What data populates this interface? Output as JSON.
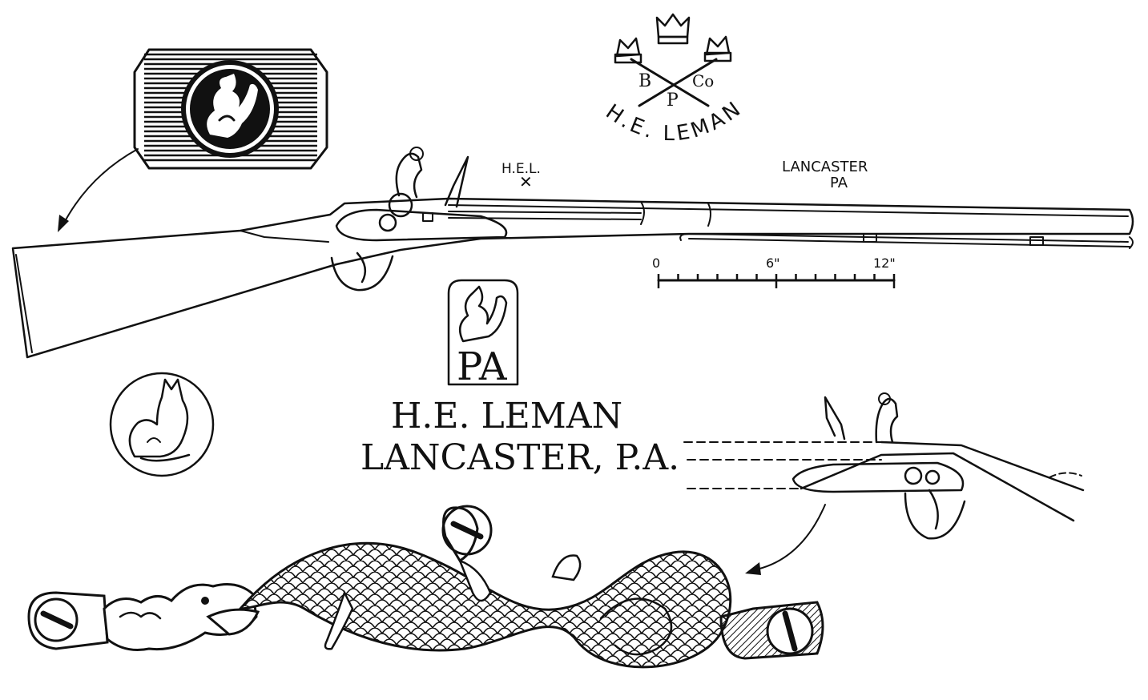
{
  "crest_mark": {
    "letters": [
      "B",
      "Co",
      "P"
    ],
    "maker": "H.E. LEMAN"
  },
  "barrel_marks": {
    "maker_initials": "H.E.L.",
    "place_line1": "LANCASTER",
    "place_line2": "PA"
  },
  "scale": {
    "tick_0": "0",
    "tick_6": "6\"",
    "tick_12": "12\""
  },
  "pa_cartouche": {
    "letters": "PA"
  },
  "maker_stamp": {
    "line1": "H.E. LEMAN",
    "line2": "LANCASTER, P.A."
  }
}
